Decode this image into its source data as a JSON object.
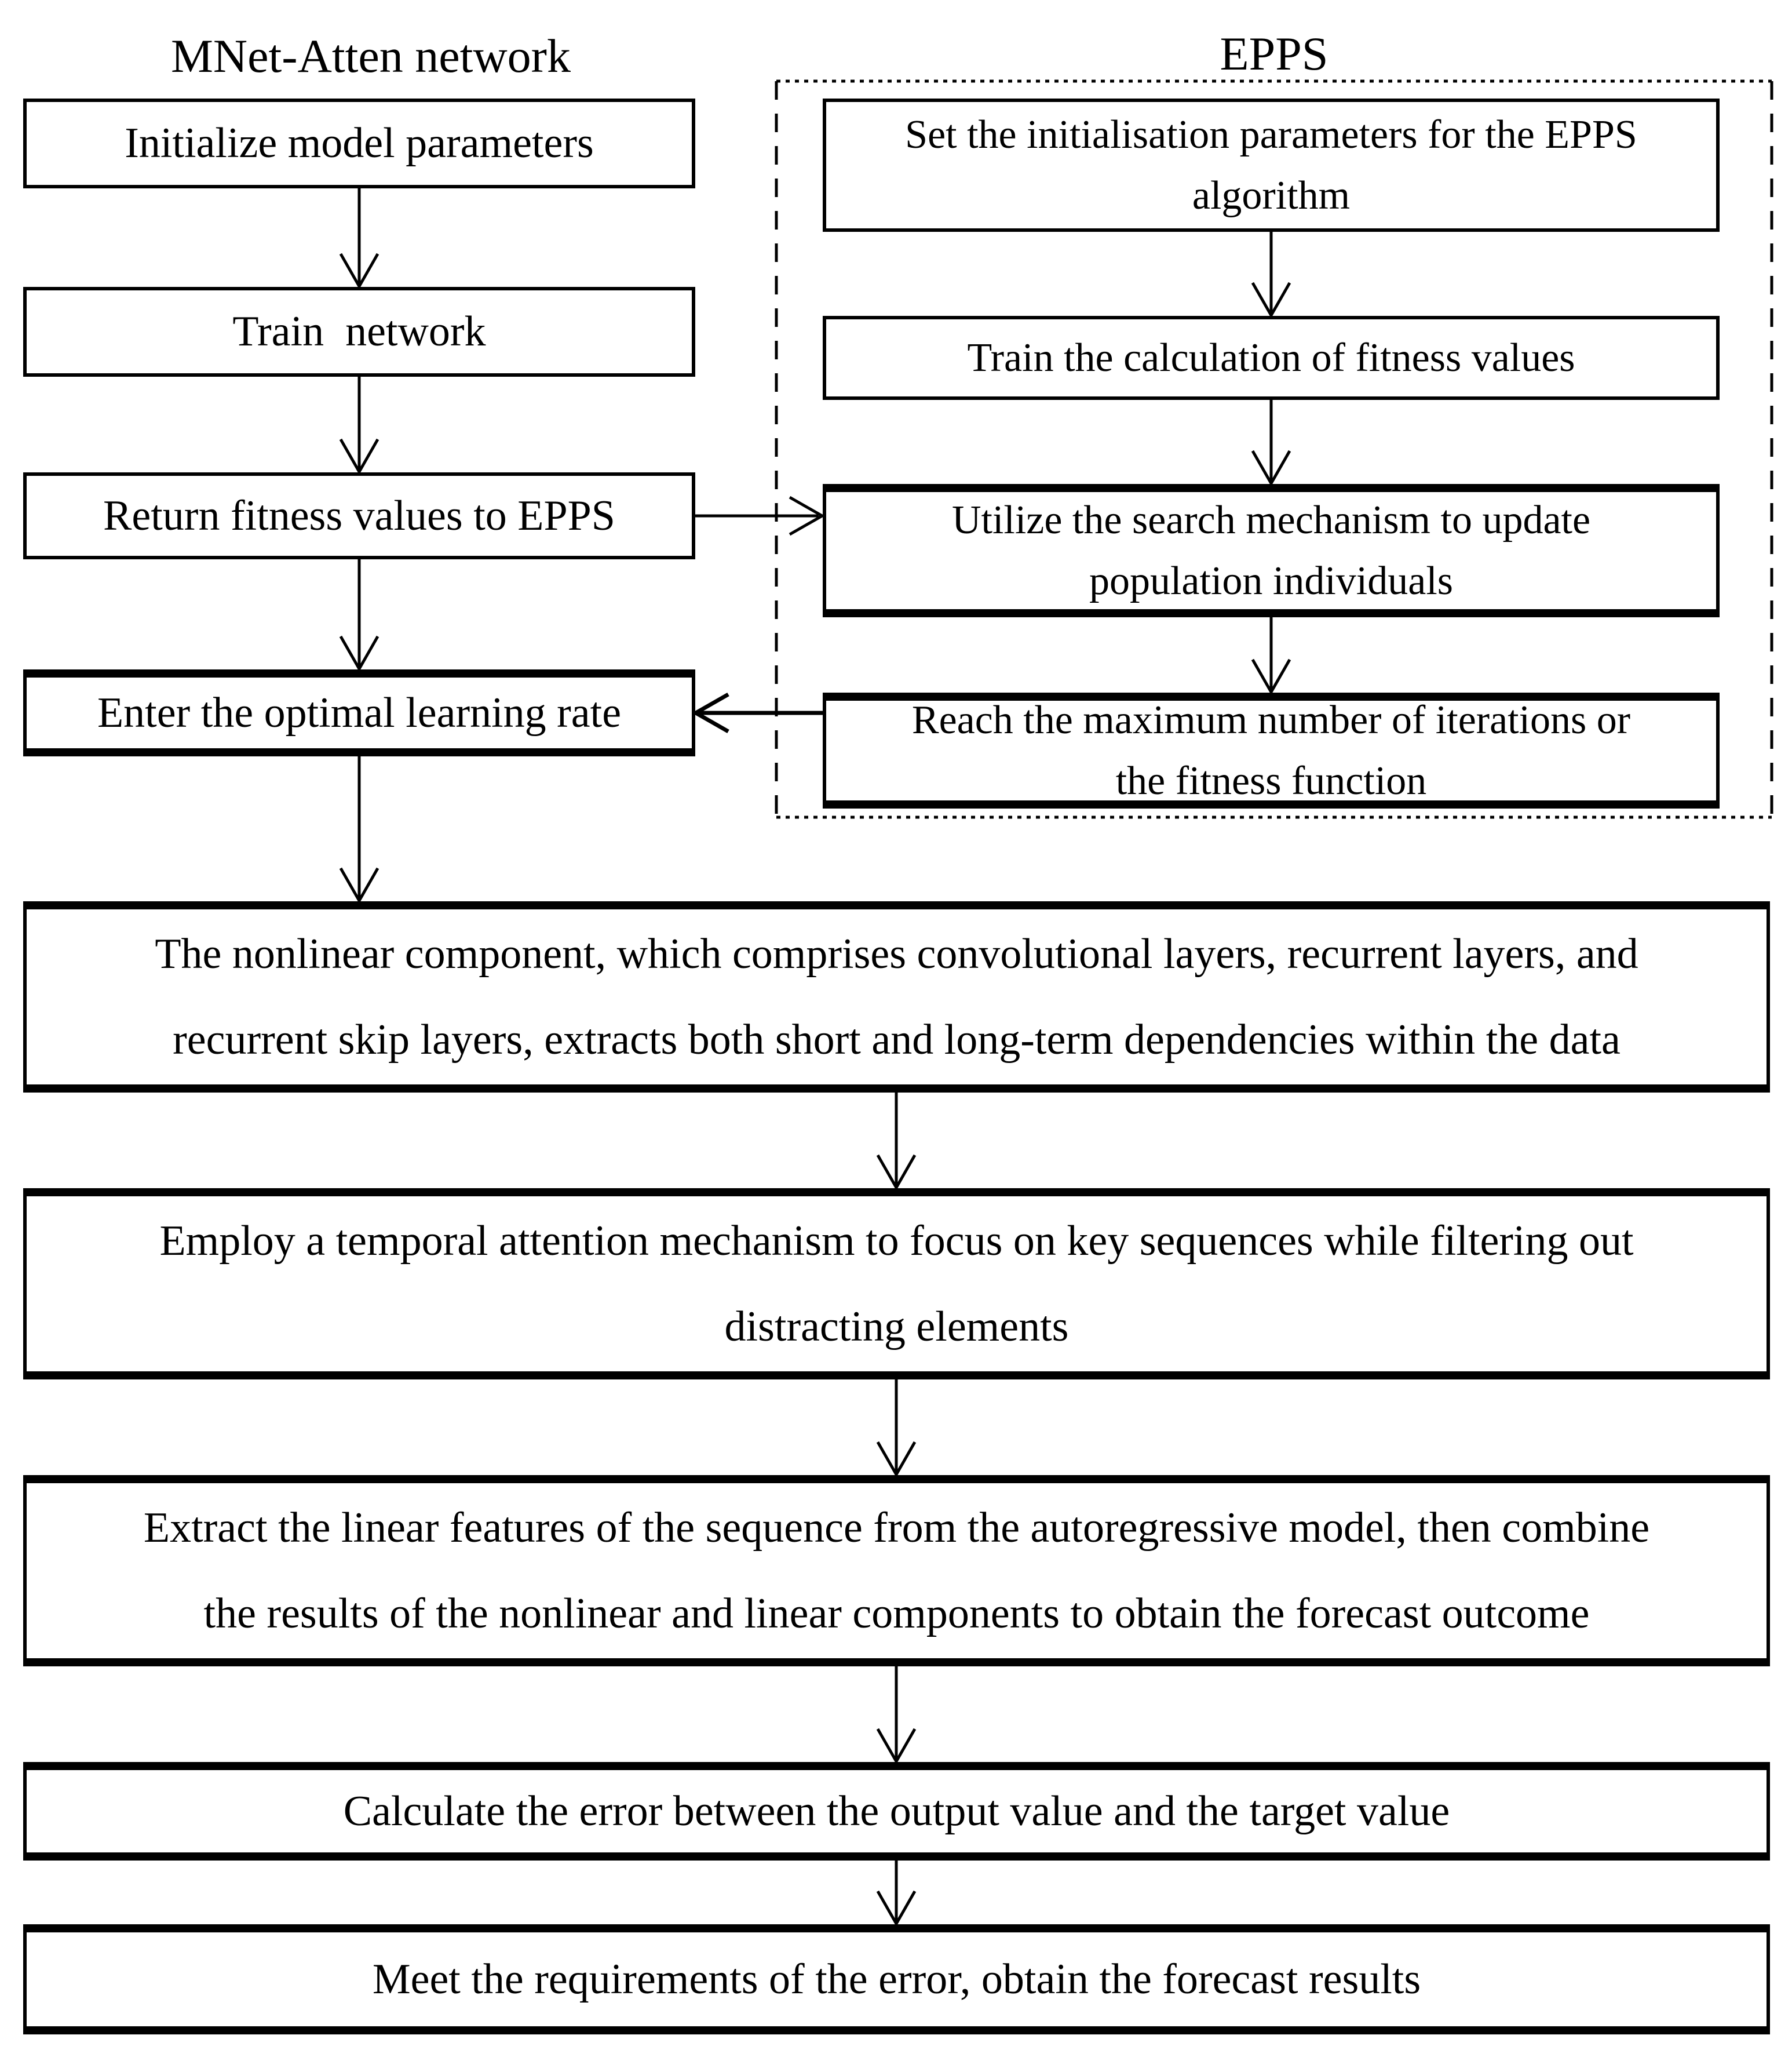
{
  "page": {
    "background": "#ffffff",
    "line_color": "#000000"
  },
  "left_column": {
    "title": "MNet-Atten network",
    "boxes": [
      {
        "id": "initialize",
        "label": "Initialize model parameters"
      },
      {
        "id": "train-network",
        "label": "Train  network"
      },
      {
        "id": "return-fitness",
        "label": "Return fitness values to EPPS"
      },
      {
        "id": "optimal-learning-rate",
        "label": "Enter the optimal learning rate"
      }
    ]
  },
  "epps_group": {
    "title": "EPPS",
    "boxes": [
      {
        "id": "set-init-params",
        "label": "Set the initialisation parameters for the EPPS\nalgorithm"
      },
      {
        "id": "train-fitness-calculation",
        "label": "Train the calculation of fitness values"
      },
      {
        "id": "search-mechanism",
        "label": "Utilize the search mechanism to update\npopulation individuals"
      },
      {
        "id": "max-iterations",
        "label": "Reach the maximum number of iterations or\nthe fitness function"
      }
    ]
  },
  "main_flow": {
    "boxes": [
      {
        "id": "nonlinear-component",
        "label": "The nonlinear component, which comprises convolutional layers, recurrent layers, and\nrecurrent skip layers, extracts both short and long-term dependencies within the data"
      },
      {
        "id": "temporal-attention",
        "label": "Employ a temporal attention mechanism to focus on key sequences while filtering out\ndistracting elements"
      },
      {
        "id": "extract-linear",
        "label": "Extract the linear features of the sequence from the autoregressive model, then combine\nthe results of the nonlinear and linear components to obtain the forecast outcome"
      },
      {
        "id": "calculate-error",
        "label": "Calculate the error between the output value and the target value"
      },
      {
        "id": "forecast-results",
        "label": "Meet the requirements of the error, obtain the forecast results"
      }
    ]
  }
}
